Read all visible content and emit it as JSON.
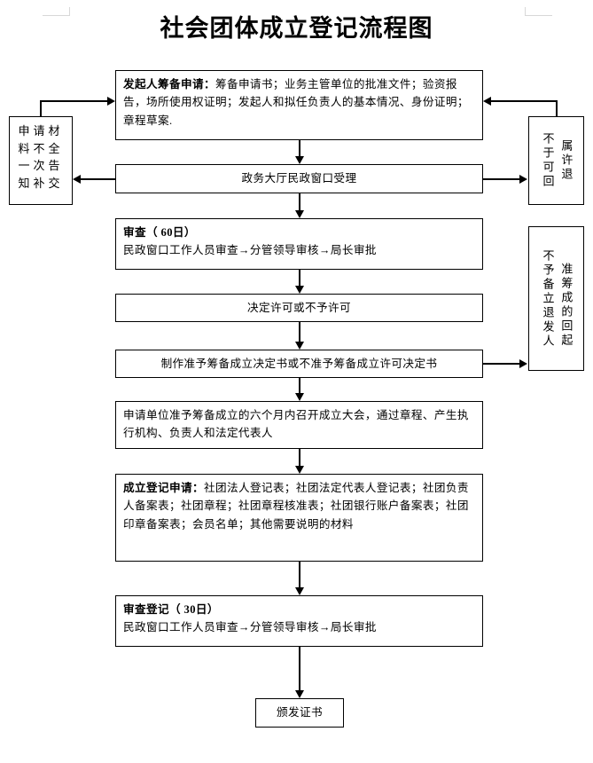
{
  "document": {
    "title": "社会团体成立登记流程图"
  },
  "nodes": {
    "apply_prepare": {
      "lead": "发起人筹备申请：",
      "body": "筹备申请书；业务主管单位的批准文件；验资报告，场所使用权证明；发起人和拟任负责人的基本情况、身份证明；章程草案."
    },
    "incomplete_materials": {
      "text": "申请材料不全一次告知补交",
      "col_right": "申料一知",
      "col_left": "请不次补",
      "col_a": "申 料 一 知",
      "col_b": "请 不 次 补",
      "lines": [
        "申 请 材",
        "料 不 全",
        "一 次 告",
        "知补交"
      ]
    },
    "not_permitted_return": {
      "text": "不属于许可退回",
      "col_right": "属许退",
      "col_left": "不于可回"
    },
    "acceptance": {
      "text": "政务大厅民政窗口受理"
    },
    "review_60": {
      "lead": "审查（ 60日）",
      "body": "民政窗口工作人员审查→分管领导审核→局长审批"
    },
    "decision": {
      "text": "决定许可或不予许可"
    },
    "make_decision_doc": {
      "text": "制作准予筹备成立决定书或不准予筹备成立许可决定书"
    },
    "reject_return_founder": {
      "text": "不准予筹备成立的退回发起人",
      "col_left": "不予备立退发人",
      "col_right": "准筹成的回起"
    },
    "found_meeting": {
      "text": "申请单位准予筹备成立的六个月内召开成立大会，通过章程、产生执行机构、负责人和法定代表人"
    },
    "registration_apply": {
      "lead": "成立登记申请：",
      "body": "社团法人登记表；社团法定代表人登记表；社团负责人备案表；社团章程；社团章程核准表；社团银行账户备案表；社团印章备案表；会员名单；其他需要说明的材料"
    },
    "review_register_30": {
      "lead": "审查登记（ 30日）",
      "body": "民政窗口工作人员审查→分管领导审核→局长审批"
    },
    "issue_certificate": {
      "text": "颁发证书"
    }
  },
  "colors": {
    "stroke": "#000000",
    "background": "#ffffff",
    "crop_mark": "#d8d8d8"
  }
}
